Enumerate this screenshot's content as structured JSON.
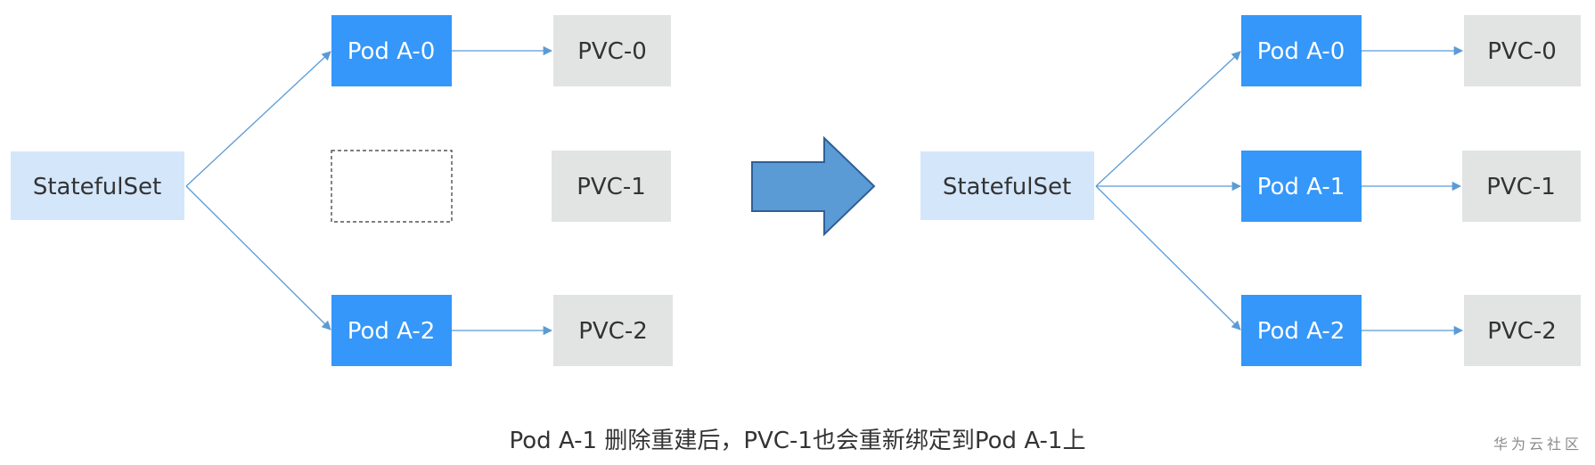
{
  "colors": {
    "statefulset_fill": "#d4e6fa",
    "pod_fill": "#3597fa",
    "pvc_fill": "#e2e4e4",
    "arrow_line": "#5b9bd5",
    "big_arrow_fill": "#5b9bd5",
    "big_arrow_stroke": "#2f5f96"
  },
  "left": {
    "statefulset": "StatefulSet",
    "pods": [
      "Pod A-0",
      "Pod A-2"
    ],
    "pvcs": [
      "PVC-0",
      "PVC-1",
      "PVC-2"
    ]
  },
  "right": {
    "statefulset": "StatefulSet",
    "pods": [
      "Pod A-0",
      "Pod A-1",
      "Pod A-2"
    ],
    "pvcs": [
      "PVC-0",
      "PVC-1",
      "PVC-2"
    ]
  },
  "caption": "Pod A-1 删除重建后，PVC-1也会重新绑定到Pod A-1上",
  "watermark": "华为云社区"
}
